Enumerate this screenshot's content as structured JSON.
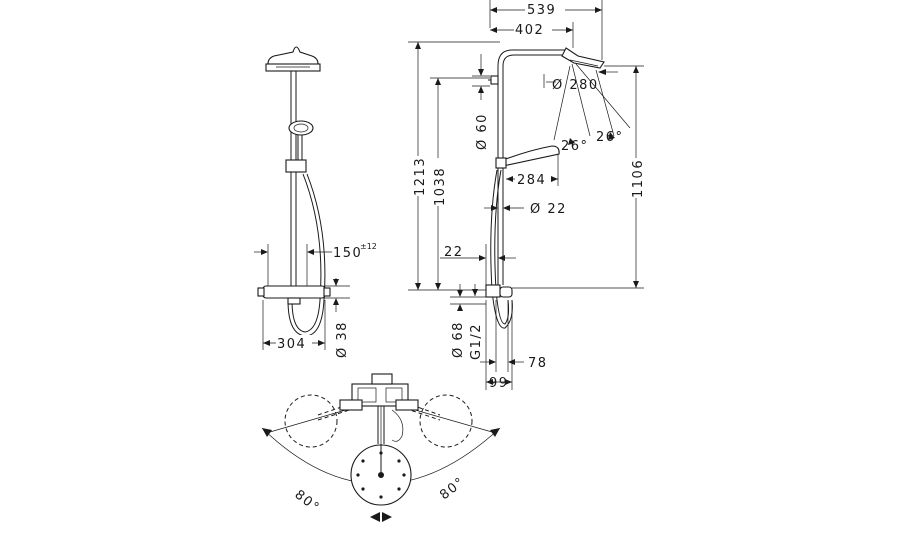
{
  "dimensions": {
    "overall_width": "539",
    "arm_length": "402",
    "head_diameter": "Ø 280",
    "tilt_left": "26°",
    "tilt_right": "26°",
    "total_height": "1213",
    "height_to_arm": "1038",
    "ceiling_mount_diameter": "Ø 60",
    "hand_shower_reach": "284",
    "rail_diameter": "Ø 22",
    "rail_offset": "22",
    "height_to_head": "1106",
    "escutcheon_diameter": "Ø 68",
    "connection_thread": "G1/2",
    "depth_78": "78",
    "depth_99": "99",
    "thermostat_width": "304",
    "connection_distance": "150",
    "connection_tolerance": "±12",
    "outlet_diameter": "Ø 38",
    "swivel_left": "80°",
    "swivel_right": "80°"
  }
}
